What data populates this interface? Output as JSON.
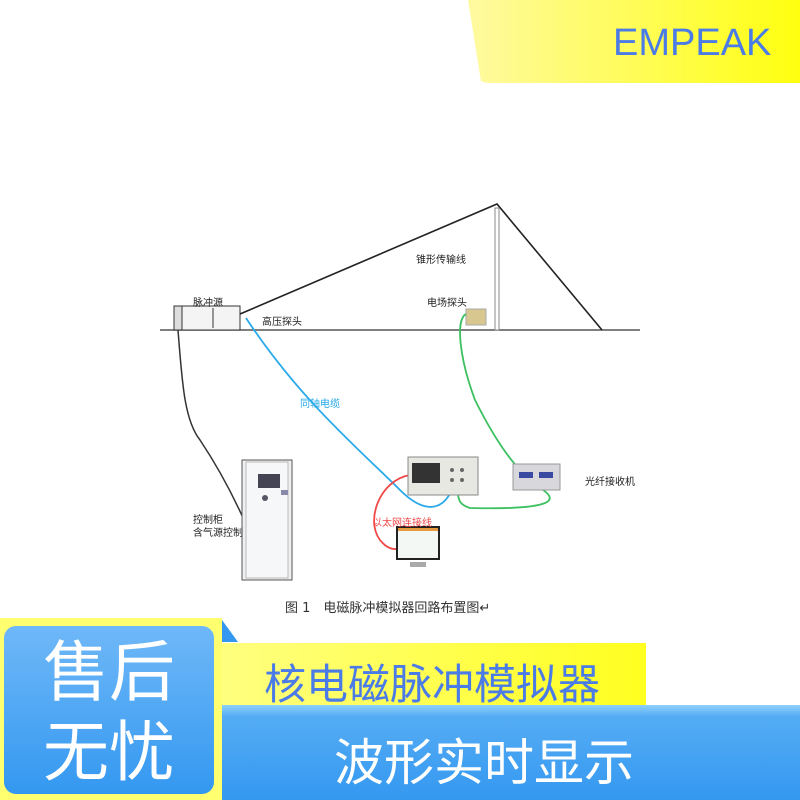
{
  "brand": {
    "name": "EMPEAK",
    "color": "#4b7be6",
    "banner_color": "#ffff20"
  },
  "diagram": {
    "labels": {
      "pulse_source": "脉冲源",
      "hv_probe": "高压探头",
      "cone_line": "锥形传输线",
      "field_probe": "电场探头",
      "coax": "同轴电缆",
      "receiver": "光纤接收机",
      "control_line1": "控制柜",
      "control_line2": "含气源控制",
      "ethernet": "以太网连接线"
    },
    "caption": "图 1　电磁脉冲模拟器回路布置图↵",
    "cable_colors": {
      "coax": "#29a9ea",
      "fiber": "#3cc060",
      "ethernet": "#f04848",
      "control": "#333333"
    }
  },
  "badge": {
    "line1": "售后",
    "line2": "无忧"
  },
  "product_title": "核电磁脉冲模拟器",
  "feature": "波形实时显示"
}
